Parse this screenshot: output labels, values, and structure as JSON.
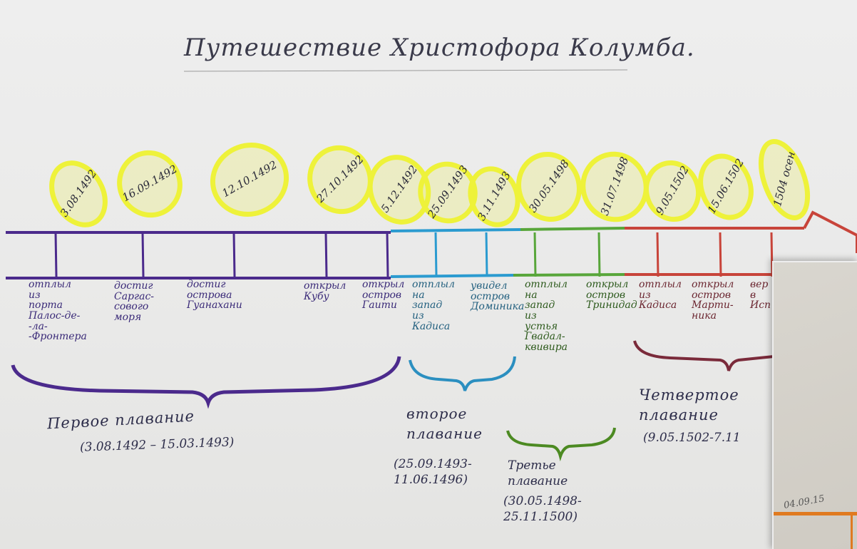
{
  "title": "Путешествие Христофора Колумба.",
  "dates": [
    "3.08.1492",
    "16.09.1492",
    "12.10.1492",
    "27.10.1492",
    "5.12.1492",
    "25.09.1493",
    "3.11.1493",
    "30.05.1498",
    "31.07.1498",
    "9.05.1502",
    "15.06.1502",
    "1504 осен"
  ],
  "events": [
    "отплыл\nиз\nпорта\nПалос-де-\n-ла-\n-Фронтера",
    "достиг\nСаргас-\nсового\nморя",
    "достиг\nострова\nГуанахани",
    "открыл\nКубу",
    "открыл\nостров\nГаити",
    "отплыл\nна\nзапад\nиз\nКадиса",
    "увидел\nостров\nДоминика",
    "отплыл\nна\nзапад\nиз\nустья\nГвадал-\nквивира",
    "открыл\nостров\nТринидад",
    "отплыл\nиз\nКадиса",
    "открыл\nостров\nМарти-\nника",
    "вер\nв\nИсп"
  ],
  "voyages": [
    {
      "name": "Первое плавание",
      "period": "(3.08.1492 – 15.03.1493)",
      "color": "#4b2a8c"
    },
    {
      "name": "второе\nплавание",
      "period": "(25.09.1493-\n11.06.1496)",
      "color": "#2b7bb5"
    },
    {
      "name": "Третье\nплавание",
      "period": "(30.05.1498-\n25.11.1500)",
      "color": "#5b9a2c"
    },
    {
      "name": "Четвертое\nплавание",
      "period": "(9.05.1502-7.11",
      "color": "#8b3a3a"
    }
  ],
  "corner_note": "04.09.15",
  "colors": {
    "paper": "#eeeeee",
    "ink": "#2a2a52",
    "highlight": "#eef23a",
    "voyage1": "#4b2a8c",
    "voyage2": "#2b9bd0",
    "voyage3": "#58a63a",
    "voyage4": "#c8443a"
  }
}
